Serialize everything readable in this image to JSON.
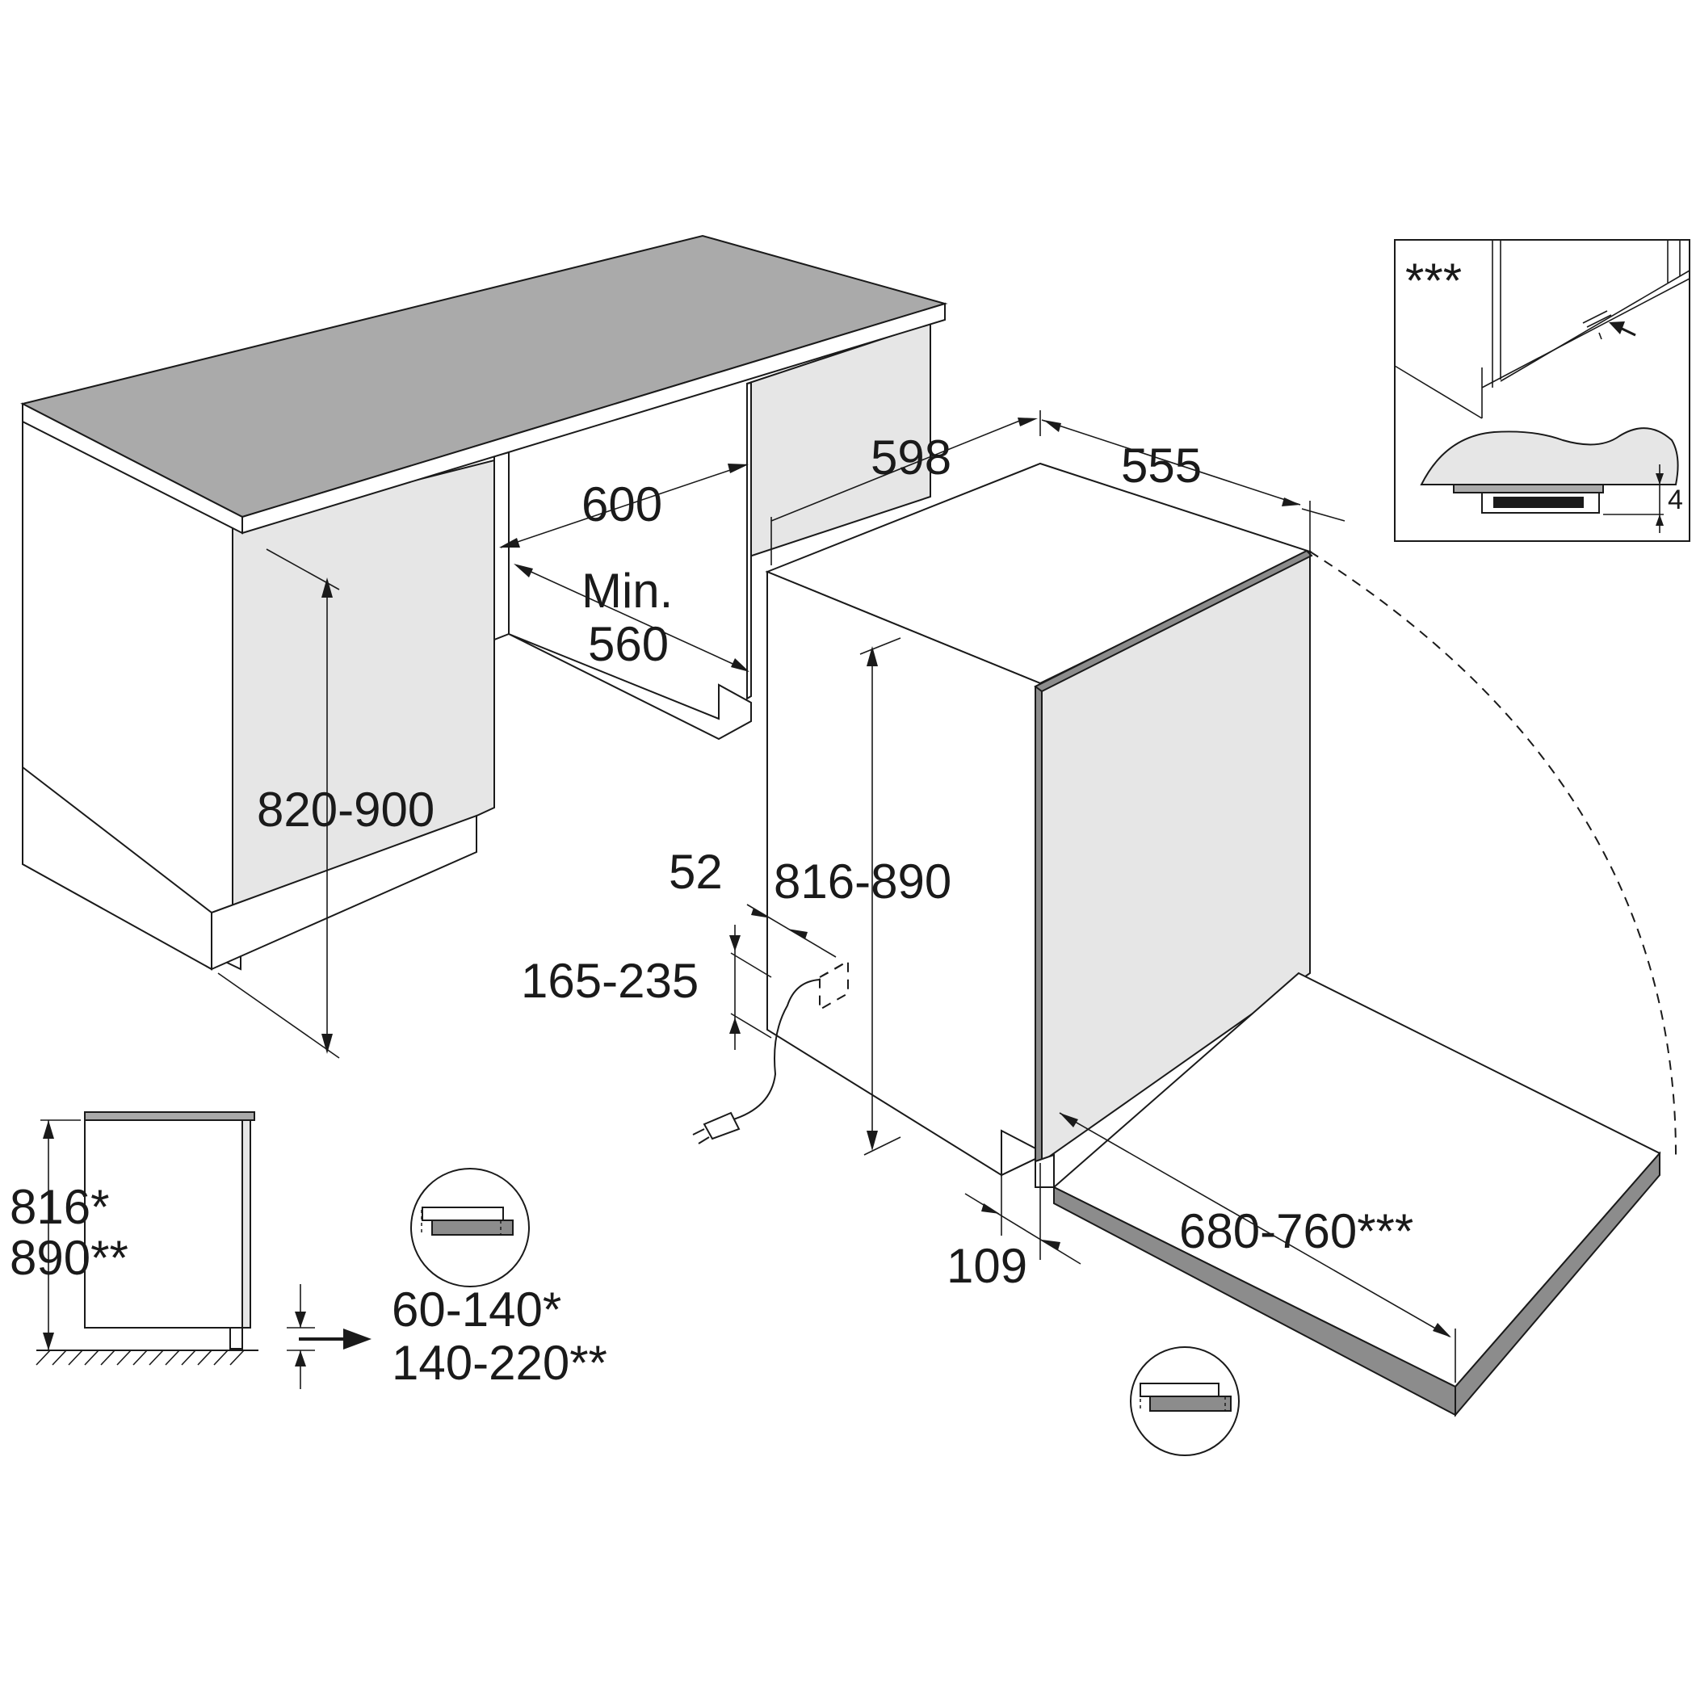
{
  "labels": {
    "cabinet_height": "820-900",
    "niche_width": "600",
    "niche_min": "Min.",
    "niche_min_value": "560",
    "appliance_width": "598",
    "appliance_depth": "555",
    "appliance_height": "816-890",
    "side_offset": "52",
    "connection_height": "165-235",
    "toe_recess": "109",
    "door_range": "680-760***",
    "side_height_a": "816*",
    "side_height_b": "890**",
    "plinth_a": "60-140*",
    "plinth_b": "140-220**",
    "inset_marker": "***",
    "inset_gap": "4"
  },
  "colors": {
    "worktop": "#aaaaaa",
    "panel_light": "#e6e6e6",
    "strip_dark": "#8c8c8c",
    "line": "#1a1a1a"
  },
  "icons": [
    "power-plug-icon",
    "door-hinge-icon",
    "dimension-arrow-icon"
  ]
}
